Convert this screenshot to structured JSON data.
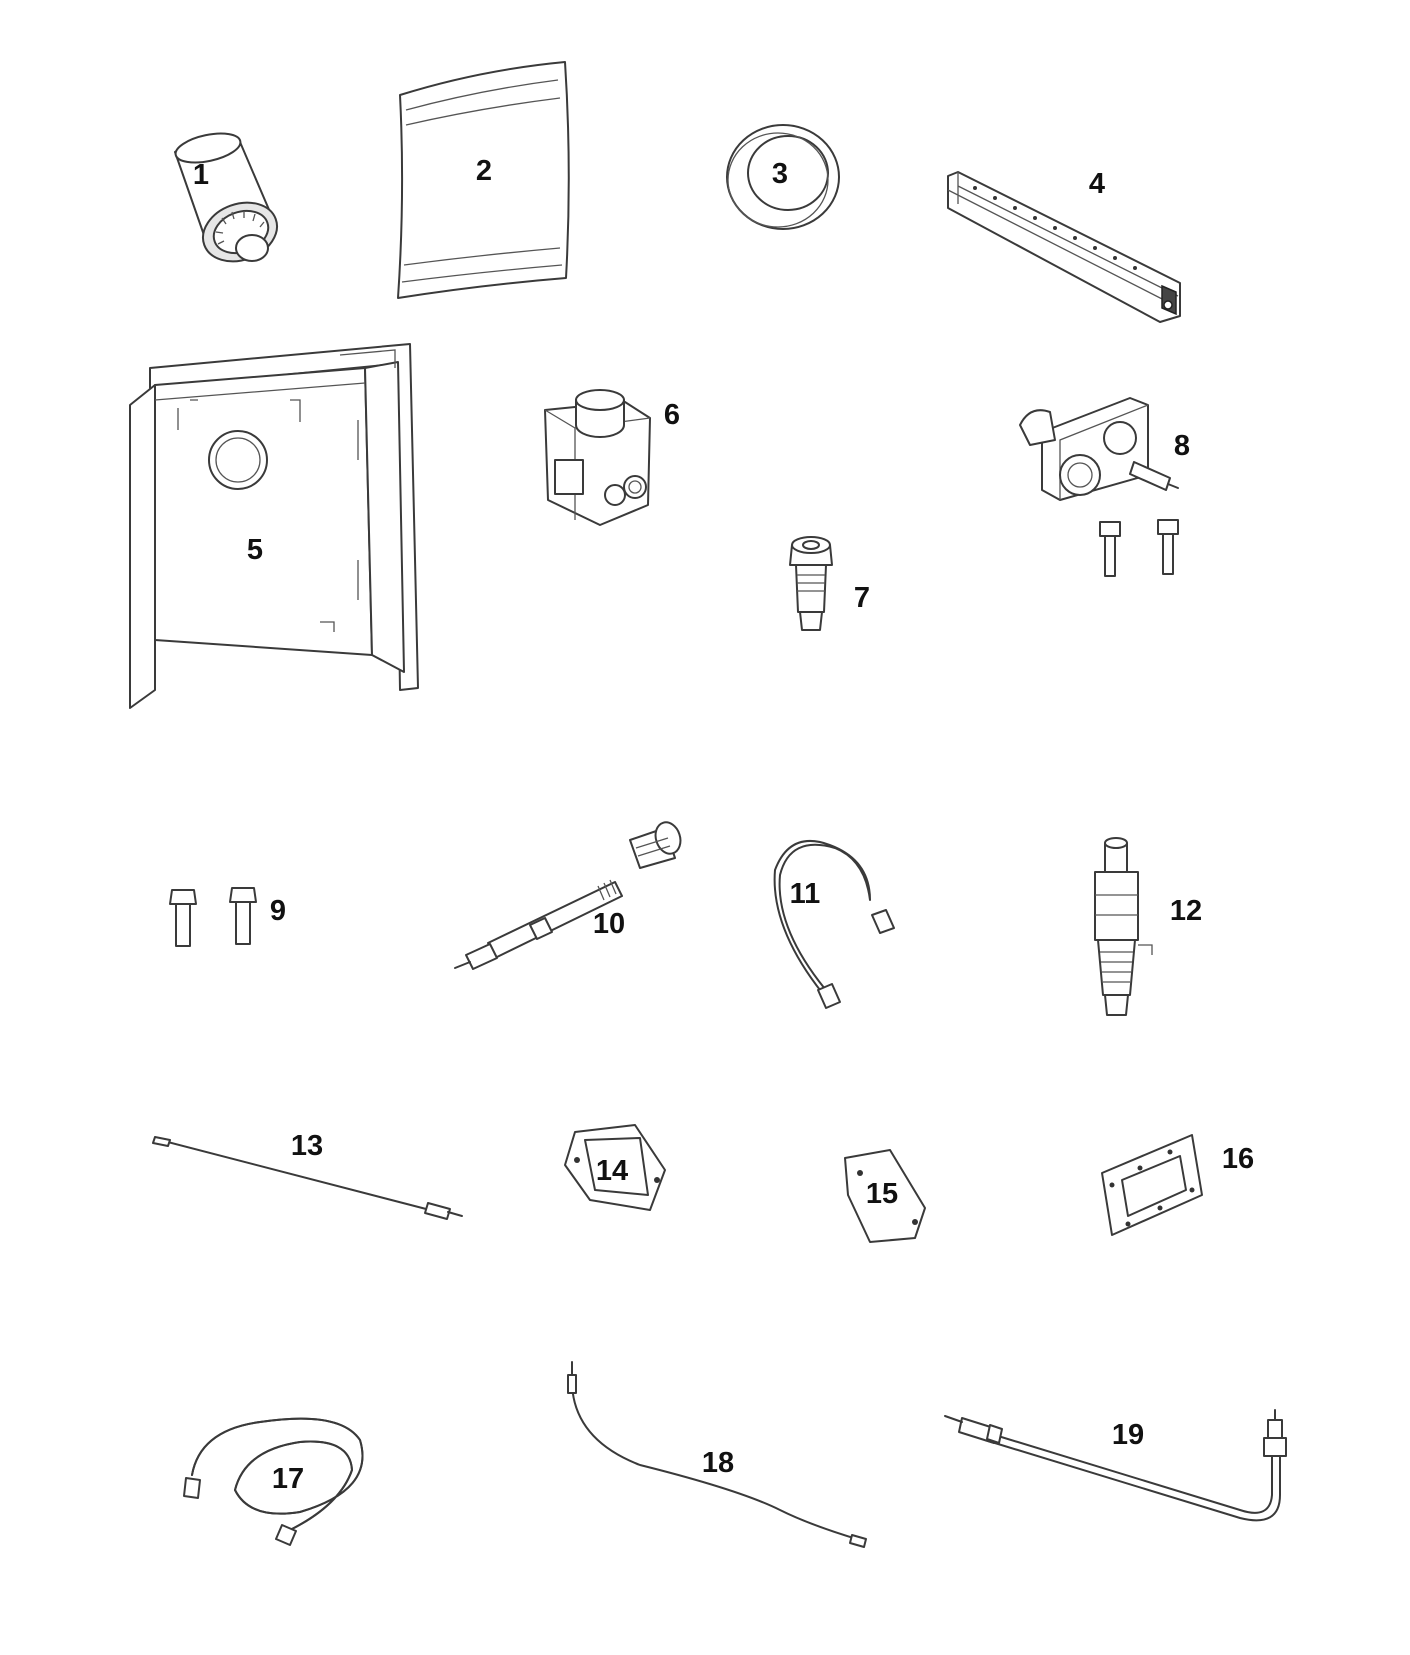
{
  "parts": [
    {
      "label": "1",
      "icon": "control-knob-icon"
    },
    {
      "label": "2",
      "icon": "access-panel-icon"
    },
    {
      "label": "3",
      "icon": "gasket-ring-icon"
    },
    {
      "label": "4",
      "icon": "burner-tube-icon"
    },
    {
      "label": "5",
      "icon": "firebox-liner-icon"
    },
    {
      "label": "6",
      "icon": "gas-valve-icon"
    },
    {
      "label": "7",
      "icon": "orifice-icon"
    },
    {
      "label": "8",
      "icon": "pilot-assembly-icon"
    },
    {
      "label": "9",
      "icon": "screws-icon"
    },
    {
      "label": "10",
      "icon": "piezo-igniter-icon"
    },
    {
      "label": "11",
      "icon": "igniter-wire-icon"
    },
    {
      "label": "12",
      "icon": "igniter-button-icon"
    },
    {
      "label": "13",
      "icon": "thermocouple-icon"
    },
    {
      "label": "14",
      "icon": "gasket-plate-icon"
    },
    {
      "label": "15",
      "icon": "cover-plate-icon"
    },
    {
      "label": "16",
      "icon": "gasket-frame-icon"
    },
    {
      "label": "17",
      "icon": "flex-tube-icon"
    },
    {
      "label": "18",
      "icon": "thermopile-lead-icon"
    },
    {
      "label": "19",
      "icon": "pilot-tube-icon"
    }
  ]
}
